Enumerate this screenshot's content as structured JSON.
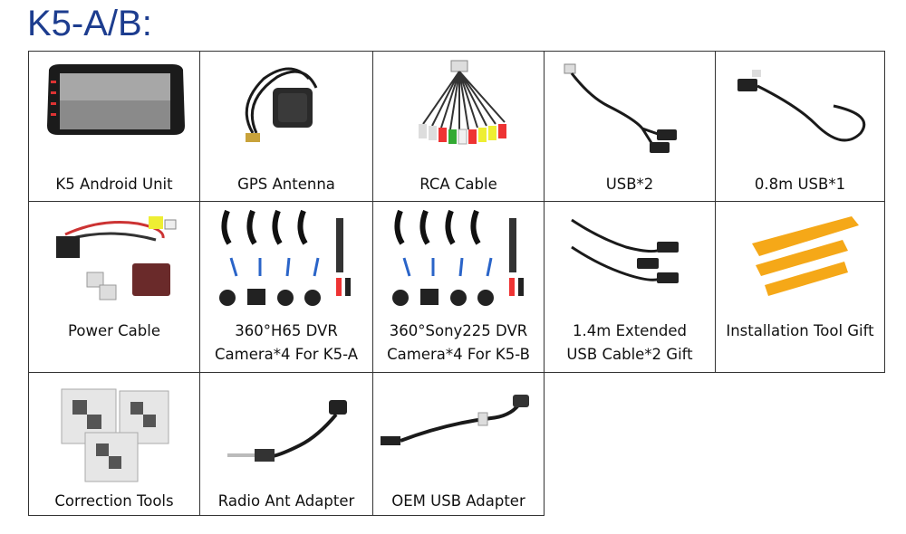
{
  "page_title": "K5-A/B:",
  "items": [
    {
      "label": "K5 Android Unit",
      "icon": "android-head-unit-icon"
    },
    {
      "label": "GPS Antenna",
      "icon": "gps-antenna-icon"
    },
    {
      "label": "RCA Cable",
      "icon": "rca-cable-icon"
    },
    {
      "label": "USB*2",
      "icon": "usb-cable-icon"
    },
    {
      "label": "0.8m USB*1",
      "icon": "usb-cable-icon"
    },
    {
      "label": "Power Cable",
      "icon": "power-harness-icon"
    },
    {
      "label": "360°H65 DVR",
      "label2": "Camera*4 For K5-A",
      "icon": "camera-kit-icon"
    },
    {
      "label": "360°Sony225 DVR",
      "label2": "Camera*4 For K5-B",
      "icon": "camera-kit-icon"
    },
    {
      "label": "1.4m Extended",
      "label2": "USB Cable*2 Gift",
      "icon": "usb-extension-icon"
    },
    {
      "label": "Installation Tool Gift",
      "icon": "pry-tools-icon"
    },
    {
      "label": "Correction Tools",
      "icon": "calibration-mats-icon"
    },
    {
      "label": "Radio Ant Adapter",
      "icon": "antenna-adapter-icon"
    },
    {
      "label": "OEM USB Adapter",
      "icon": "usb-adapter-icon"
    }
  ]
}
